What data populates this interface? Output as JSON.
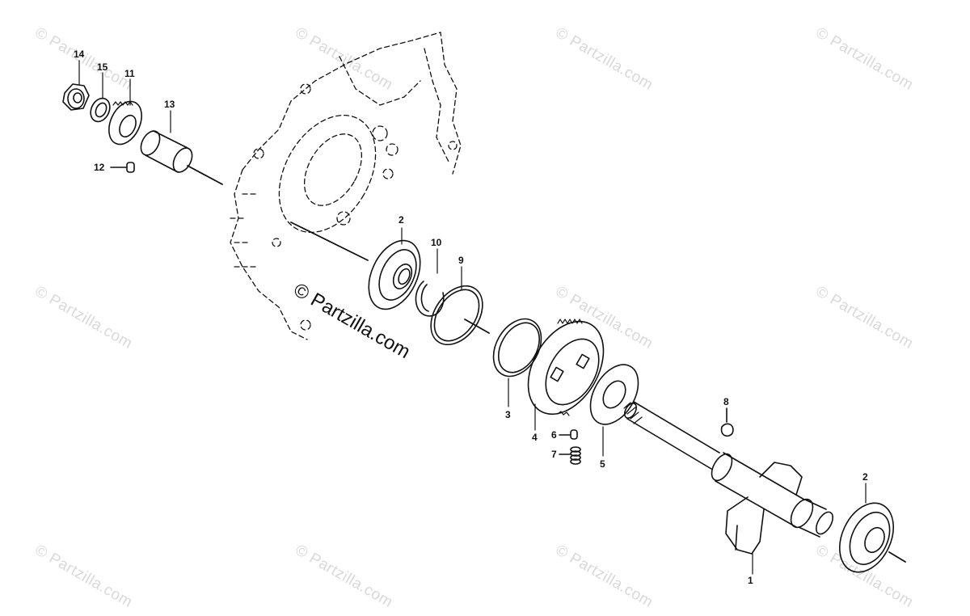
{
  "diagram": {
    "watermark": "© Partzilla.com",
    "center_watermark": "© Partzilla.com",
    "callouts": [
      "1",
      "2",
      "2",
      "3",
      "4",
      "5",
      "6",
      "7",
      "8",
      "9",
      "10",
      "11",
      "12",
      "13",
      "14",
      "15"
    ]
  },
  "colors": {
    "line": "#111111",
    "watermark": "#d9d9d9",
    "background": "#ffffff"
  }
}
